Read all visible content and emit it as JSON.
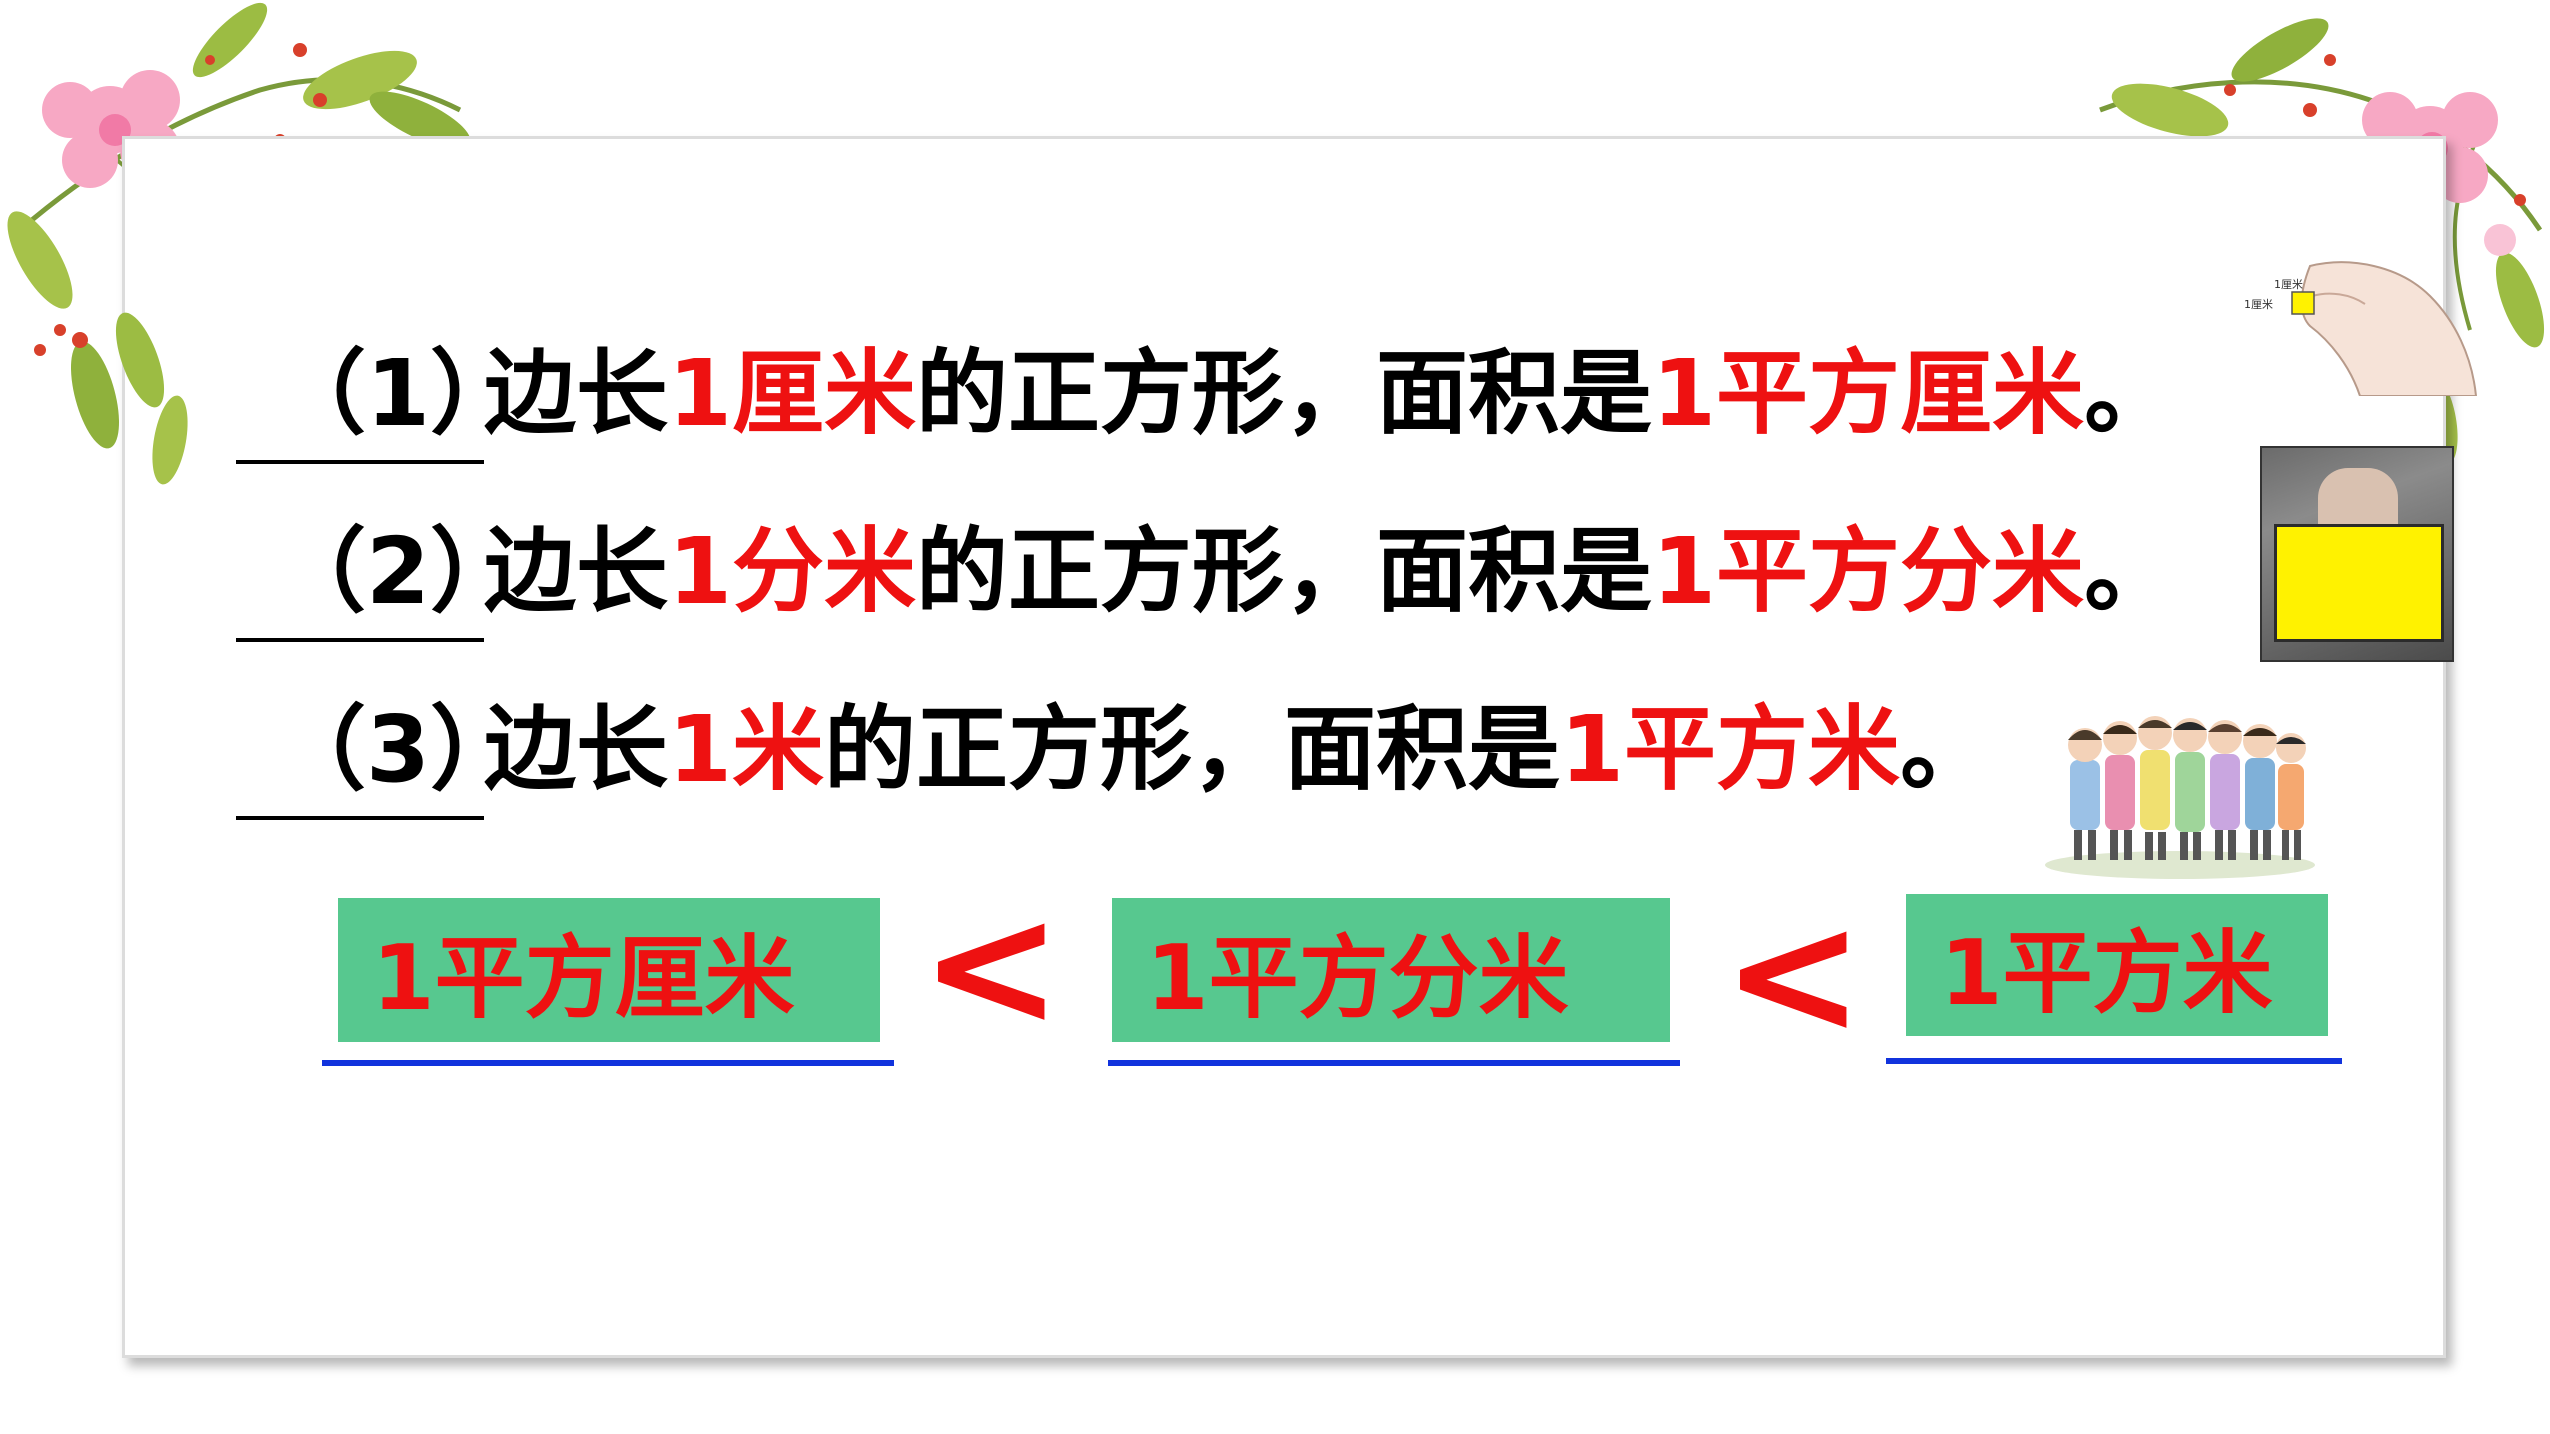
{
  "lines": [
    {
      "blank": "（1）",
      "parts": [
        {
          "text": "边长",
          "color": "black"
        },
        {
          "text": "1厘米",
          "color": "red"
        },
        {
          "text": "的正方形，面积是",
          "color": "black"
        },
        {
          "text": "1平方厘米",
          "color": "red"
        },
        {
          "text": "。",
          "color": "black"
        }
      ]
    },
    {
      "blank": "（2）",
      "parts": [
        {
          "text": "边长",
          "color": "black"
        },
        {
          "text": "1分米",
          "color": "red"
        },
        {
          "text": "的正方形，面积是",
          "color": "black"
        },
        {
          "text": "1平方分米",
          "color": "red"
        },
        {
          "text": "。",
          "color": "black"
        }
      ]
    },
    {
      "blank": "（3）",
      "parts": [
        {
          "text": "边长",
          "color": "black"
        },
        {
          "text": "1米",
          "color": "red"
        },
        {
          "text": "的正方形，面积是",
          "color": "black"
        },
        {
          "text": "1平方米",
          "color": "red"
        },
        {
          "text": "。",
          "color": "black"
        }
      ]
    }
  ],
  "compare": {
    "units": [
      "1平方厘米",
      "1平方分米",
      "1平方米"
    ],
    "operator": "<"
  },
  "hand_image": {
    "label_top": "1厘米",
    "label_left": "1厘米"
  },
  "colors": {
    "red": "#ee1111",
    "green_box": "#57c88f",
    "underline_blue": "#1133dd",
    "yellow_square": "#fff200"
  },
  "icons": [
    "flower-decoration-icon",
    "hand-pinch-icon",
    "palm-photo-icon",
    "children-group-icon"
  ]
}
